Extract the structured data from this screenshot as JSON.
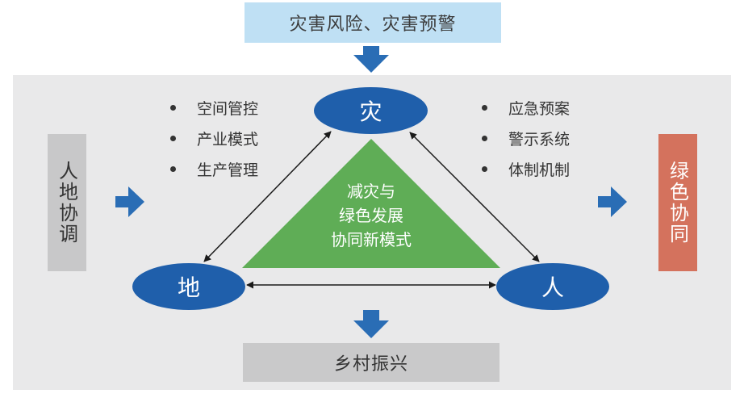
{
  "top_label": "灾害风险、灾害预警",
  "bottom_label": "乡村振兴",
  "left_label": "人地协调",
  "right_label": "绿色协同",
  "nodes": {
    "disaster": "灾",
    "land": "地",
    "people": "人"
  },
  "center_lines": [
    "减灾与",
    "绿色发展",
    "协同新模式"
  ],
  "left_items": [
    "空间管控",
    "产业模式",
    "生产管理"
  ],
  "right_items": [
    "应急预案",
    "警示系统",
    "体制机制"
  ],
  "colors": {
    "node_blue": "#1f5fab",
    "arrow_blue": "#2a6db5",
    "triangle_green": "#5fad56",
    "right_box": "#d4725d",
    "top_box": "#bfe0f4"
  }
}
